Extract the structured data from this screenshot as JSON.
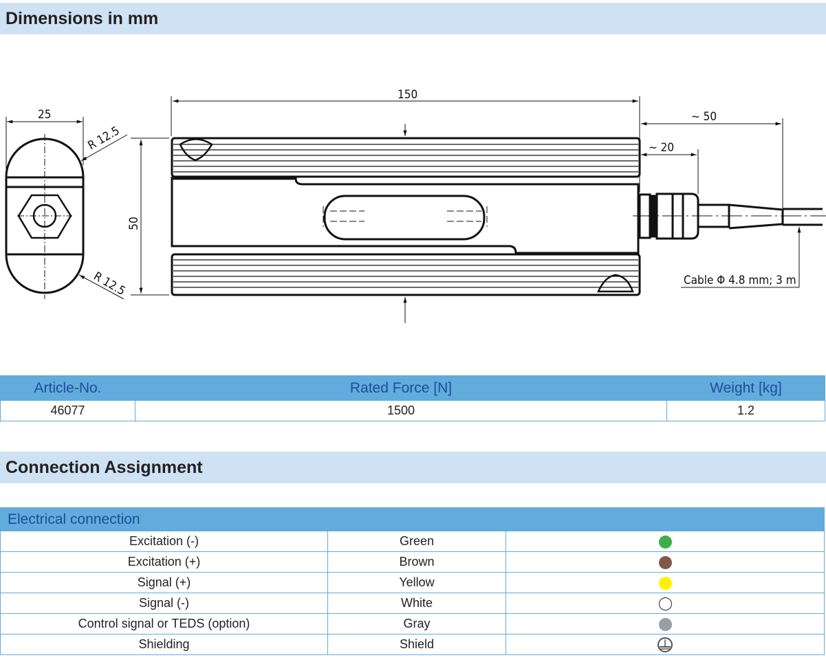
{
  "sections": {
    "dimensions": "Dimensions in mm",
    "connection": "Connection Assignment"
  },
  "drawing": {
    "dim_width_end": "25",
    "radius_top": "R 12.5",
    "radius_bottom": "R 12.5",
    "dim_length": "150",
    "dim_height": "50",
    "dim_cable_50": "~ 50",
    "dim_cable_20": "~ 20",
    "cable_note": "Cable Φ 4.8 mm; 3 m"
  },
  "spec_table": {
    "headers": [
      "Article-No.",
      "Rated Force [N]",
      "Weight [kg]"
    ],
    "row": [
      "46077",
      "1500",
      "1.2"
    ]
  },
  "electrical": {
    "title": "Electrical connection",
    "rows": [
      {
        "signal": "Excitation (-)",
        "color": "Green",
        "hex": "#3fae49"
      },
      {
        "signal": "Excitation (+)",
        "color": "Brown",
        "hex": "#7e5a46"
      },
      {
        "signal": "Signal (+)",
        "color": "Yellow",
        "hex": "#fff200"
      },
      {
        "signal": "Signal (-)",
        "color": "White",
        "hex": "#ffffff"
      },
      {
        "signal": "Control signal or TEDS (option)",
        "color": "Gray",
        "hex": "#959fa5"
      },
      {
        "signal": "Shielding",
        "color": "Shield",
        "hex": "ground-icon"
      }
    ]
  }
}
